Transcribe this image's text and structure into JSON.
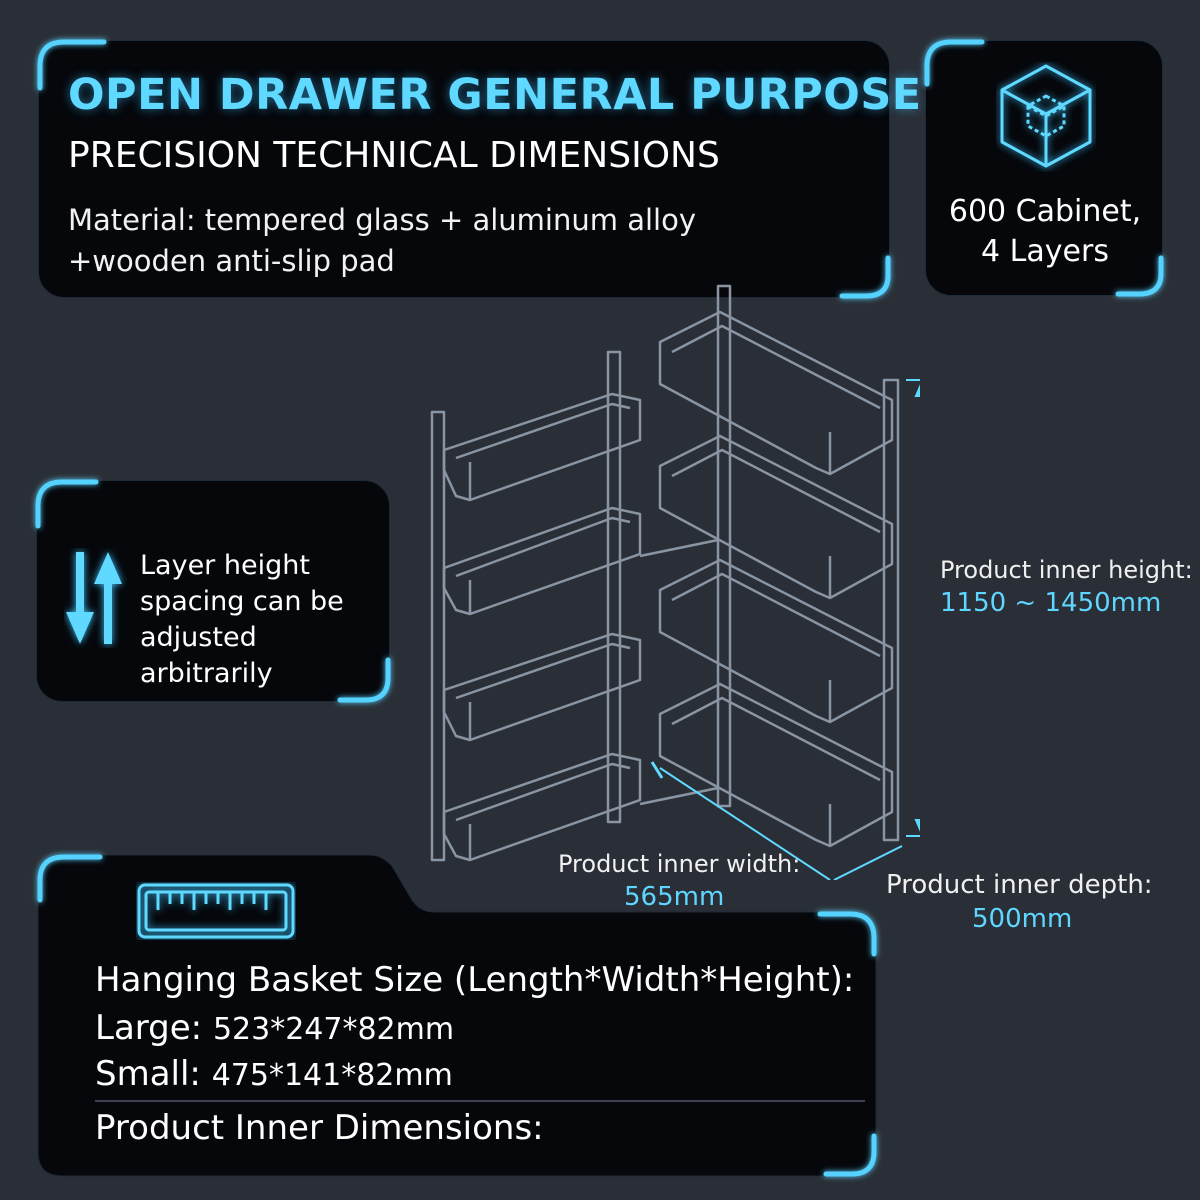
{
  "header": {
    "title": "OPEN DRAWER GENERAL PURPOSE",
    "subtitle": "PRECISION TECHNICAL DIMENSIONS",
    "material": "Material: tempered glass + aluminum alloy +wooden anti-slip pad"
  },
  "cabinet_badge": {
    "icon": "cube-icon",
    "line1": "600 Cabinet,",
    "line2": "4 Layers"
  },
  "layer_info": {
    "icon": "up-down-arrows-icon",
    "line1": "Layer height",
    "line2": "spacing can be",
    "line3": "adjusted arbitrarily"
  },
  "dimensions": {
    "height_label": "Product inner height:",
    "height_value": "1150 ~ 1450mm",
    "width_label": "Product inner width:",
    "width_value": "565mm",
    "depth_label": "Product inner depth:",
    "depth_value": "500mm"
  },
  "basket": {
    "icon": "ruler-icon",
    "title": "Hanging Basket Size (Length*Width*Height):",
    "large_label": "Large:",
    "large_value": "523*247*82mm",
    "small_label": "Small:",
    "small_value": "475*141*82mm",
    "inner_title": "Product Inner Dimensions:"
  },
  "colors": {
    "accent": "#5fd9ff",
    "background": "#2a2f37",
    "panel": "#05070b"
  }
}
